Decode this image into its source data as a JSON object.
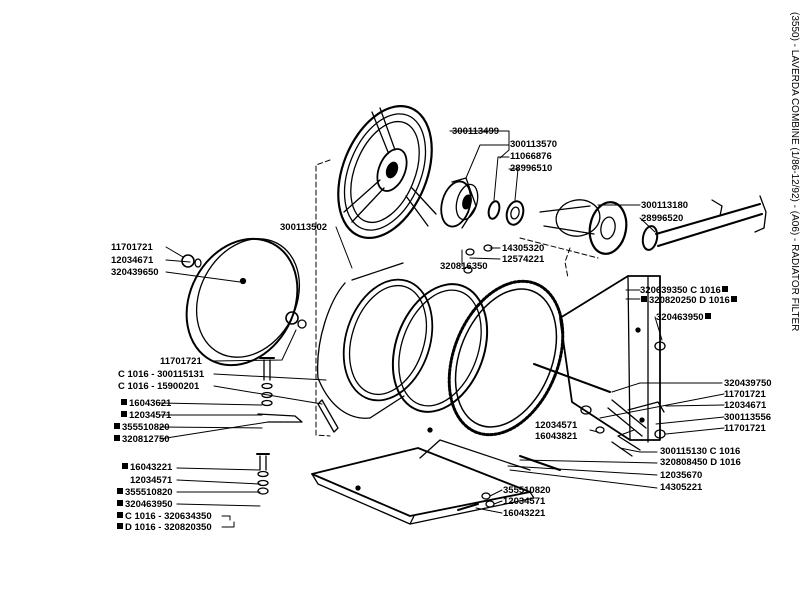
{
  "side_title": "(3550) - LAVERDA COMBINE (1/86-12/92) - (A06) - RADIATOR FILTER",
  "labels": {
    "p300113499": "300113499",
    "p300113570": "300113570",
    "p11066876": "11066876",
    "p28996510": "28996510",
    "p300113180": "300113180",
    "p28996520": "28996520",
    "p300113502": "300113502",
    "p11701721_a": "11701721",
    "p12034671_a": "12034671",
    "p320439650": "320439650",
    "p320816350": "320816350",
    "p14305320": "14305320",
    "p12574221": "12574221",
    "p320639350_code": "320639350 C 1016",
    "p320820250_code": "320820250 D 1016",
    "p320463950_a": "320463950",
    "p11701721_b": "11701721",
    "p300115131_code": "C 1016 - 300115131",
    "p15900201_code": "C 1016 - 15900201",
    "p16043621": "16043621",
    "p12034571_a": "12034571",
    "p355510820_a": "355510820",
    "p320812750": "320812750",
    "p320439750": "320439750",
    "p11701721_c": "11701721",
    "p12034671_b": "12034671",
    "p12034571_b": "12034571",
    "p300113556": "300113556",
    "p16043821": "16043821",
    "p11701721_d": "11701721",
    "p300115130_code": "300115130 C 1016",
    "p320808450_code": "320808450 D 1016",
    "p12035670": "12035670",
    "p14305221": "14305221",
    "p16043221_a": "16043221",
    "p12034571_c": "12034571",
    "p355510820_b": "355510820",
    "p320463950_b": "320463950",
    "p320634350_code": "C 1016 - 320634350",
    "p320820350_code": "D 1016 - 320820350",
    "p355510820_c": "355510820",
    "p12034571_d": "12034571",
    "p16043221_b": "16043221"
  }
}
